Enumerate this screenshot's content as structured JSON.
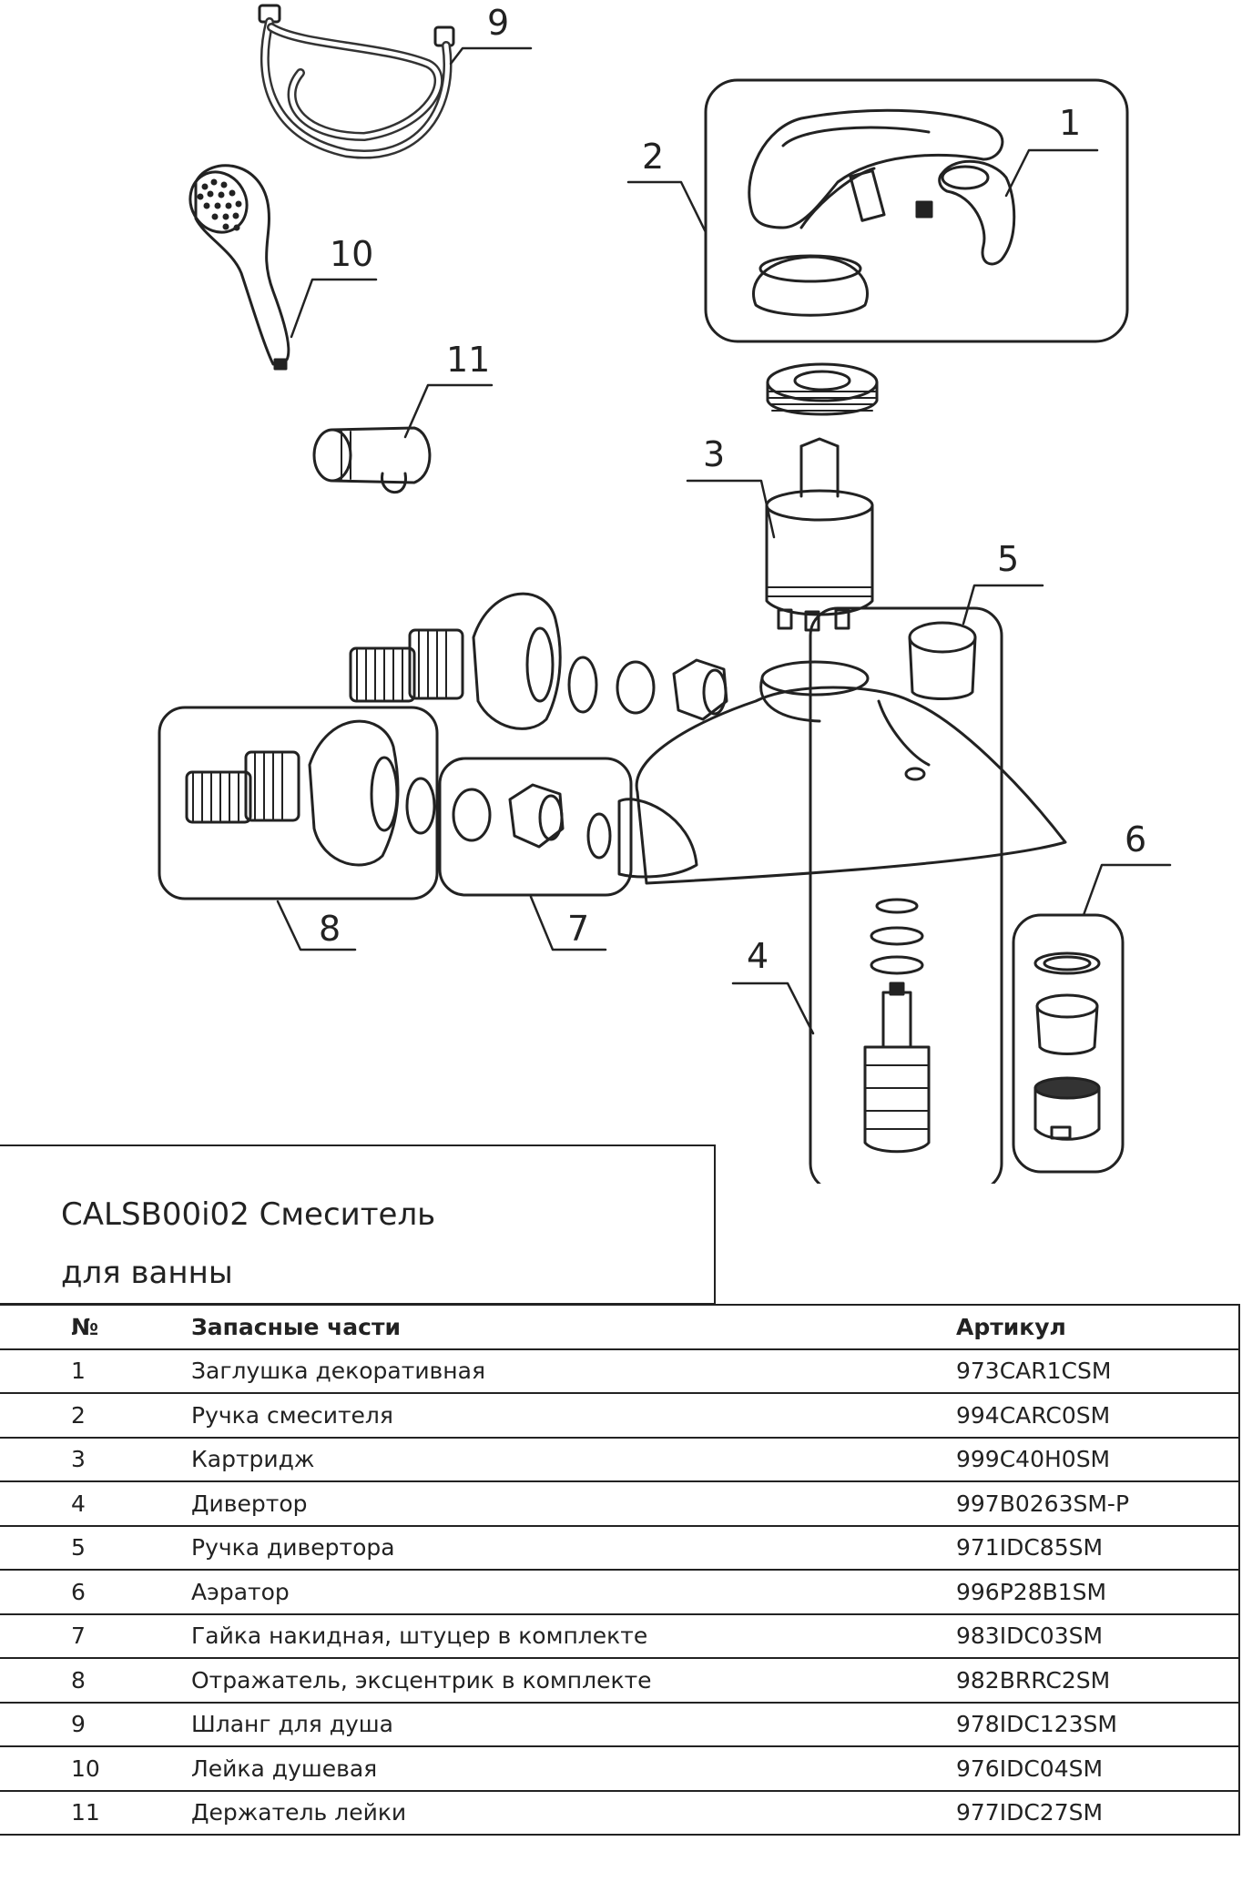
{
  "title": "CALSB00i02 Смеситель\nдля ванны",
  "callouts": [
    "1",
    "2",
    "3",
    "4",
    "5",
    "6",
    "7",
    "8",
    "9",
    "10",
    "11"
  ],
  "table": {
    "headers": [
      "№",
      "Запасные части",
      "Артикул"
    ],
    "rows": [
      [
        "1",
        "Заглушка декоративная",
        "973CAR1CSM"
      ],
      [
        "2",
        "Ручка смесителя",
        "994CARC0SM"
      ],
      [
        "3",
        "Картридж",
        "999C40H0SM"
      ],
      [
        "4",
        "Дивертор",
        "997B0263SM-P"
      ],
      [
        "5",
        "Ручка дивертора",
        "971IDC85SM"
      ],
      [
        "6",
        "Аэратор",
        "996P28B1SM"
      ],
      [
        "7",
        "Гайка накидная, штуцер в комплекте",
        "983IDC03SM"
      ],
      [
        "8",
        "Отражатель, эксцентрик в комплекте",
        "982BRRC2SM"
      ],
      [
        "9",
        "Шланг для душа",
        "978IDC123SM"
      ],
      [
        "10",
        "Лейка душевая",
        "976IDC04SM"
      ],
      [
        "11",
        "Держатель лейки",
        "977IDC27SM"
      ]
    ]
  }
}
